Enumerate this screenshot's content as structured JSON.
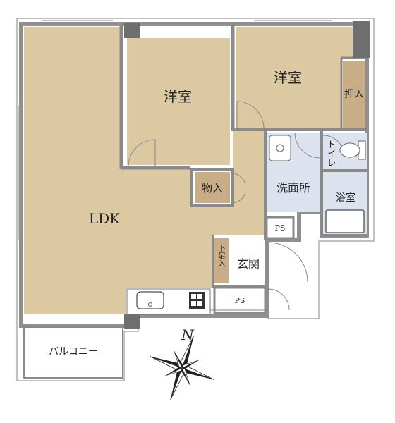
{
  "rooms": {
    "ldk": "LDK",
    "western_room_1": "洋室",
    "western_room_2": "洋室",
    "closet": "押入",
    "storage": "物入",
    "washroom": "洗面所",
    "toilet": "トイレ",
    "bathroom": "浴室",
    "entrance": "玄関",
    "shoe_storage": "下足入",
    "balcony": "バルコニー",
    "ps_upper": "PS",
    "ps_lower": "PS"
  },
  "compass": {
    "north_label": "N"
  },
  "colors": {
    "floor": "#dcc9a2",
    "wet_area": "#dde2ef",
    "storage": "#c9ad86",
    "wall": "#8a8a8a",
    "dark_wall": "#6e6e6e"
  }
}
